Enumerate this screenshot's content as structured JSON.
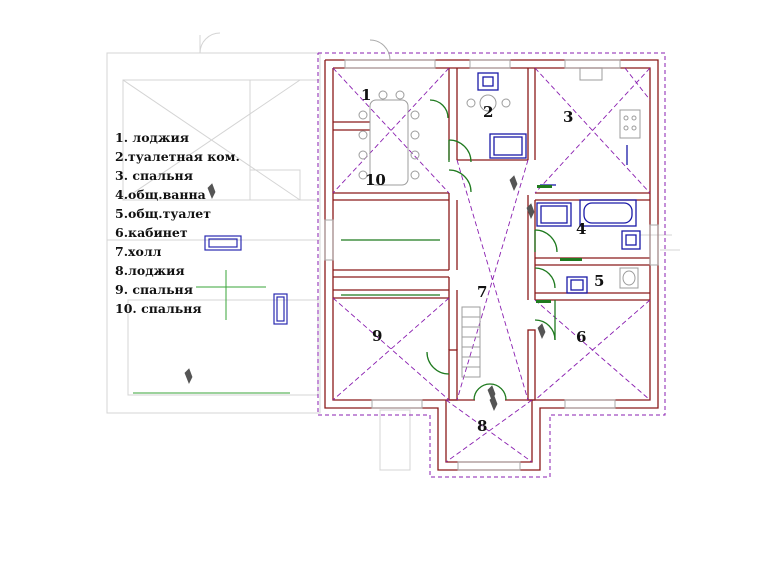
{
  "legend": [
    "1. лоджия",
    "2.туалетная ком.",
    "3. спальня",
    "4.общ.ванна",
    "5.общ.туалет",
    "6.кабинет",
    "7.холл",
    "8.лоджия",
    "9. спальня",
    "10. спальня"
  ],
  "room_numbers": {
    "r1": "1",
    "r2": "2",
    "r3": "3",
    "r4": "4",
    "r5": "5",
    "r6": "6",
    "r7": "7",
    "r8": "8",
    "r9": "9",
    "r10": "10"
  },
  "colors": {
    "wall": "#8b1a1a",
    "dashed_outline": "#8a1fb0",
    "door": "#1f7a1f",
    "fixture": "#1a1aa8",
    "faded_plan": "#cfcfcf"
  }
}
